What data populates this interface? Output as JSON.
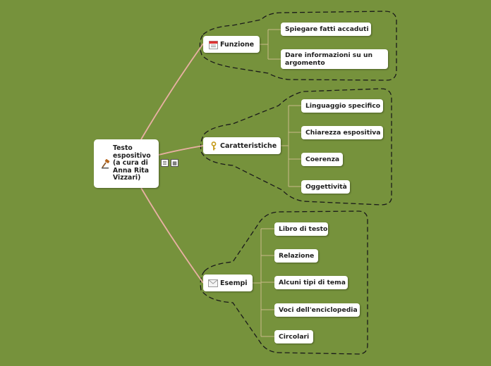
{
  "root": {
    "label": "Testo espositivo (a cura di Anna Rita Vizzari)",
    "icon": "gavel-icon"
  },
  "branches": [
    {
      "label": "Funzione",
      "icon": "calendar-icon",
      "children": [
        "Spiegare fatti accaduti",
        "Dare informazioni su un argomento"
      ]
    },
    {
      "label": "Caratteristiche",
      "icon": "key-icon",
      "children": [
        "Linguaggio specifico",
        "Chiarezza espositiva",
        "Coerenza",
        "Oggettività"
      ]
    },
    {
      "label": "Esempi",
      "icon": "envelope-icon",
      "children": [
        "Libro di testo",
        "Relazione",
        "Alcuni tipi di tema",
        "Voci dell'enciclopedia",
        "Circolari"
      ]
    }
  ],
  "root_tools": [
    {
      "icon": "notes-icon"
    },
    {
      "icon": "calendar-grid-icon"
    }
  ],
  "colors": {
    "background": "#76923c",
    "connector": "#e9b0a4",
    "leaf_connector": "#c9b98a",
    "boundary": "#1a1a1a"
  }
}
